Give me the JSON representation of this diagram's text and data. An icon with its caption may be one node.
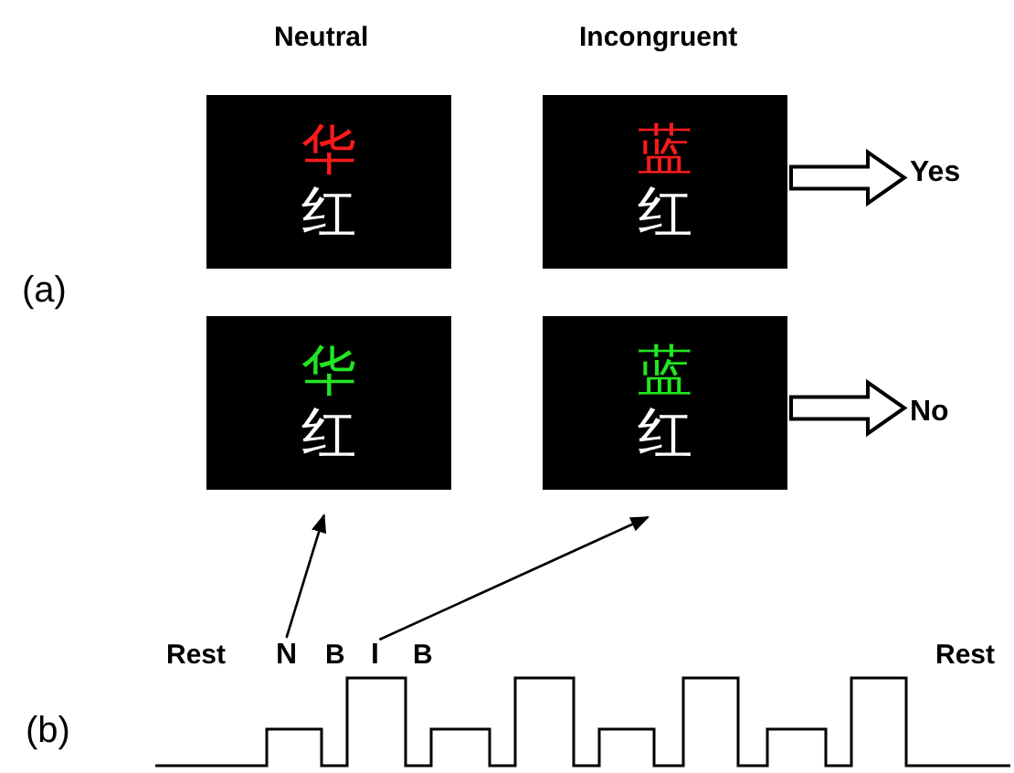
{
  "diagram": {
    "nodes": [
      {
        "text": [
          "华",
          "红"
        ]
      },
      {
        "text": [
          "蓝",
          "红"
        ]
      },
      {
        "text": [
          "华",
          "红"
        ]
      },
      {
        "text": [
          "蓝",
          "红"
        ]
      },
      {
        "text": [
          "Yes"
        ]
      },
      {
        "text": [
          "No"
        ]
      },
      {
        "text": [
          "N"
        ]
      },
      {
        "text": [
          "I"
        ]
      }
    ],
    "edges": [
      {
        "from": 1,
        "to": 4,
        "arrow": "to",
        "style": "thick"
      },
      {
        "from": 3,
        "to": 5,
        "arrow": "to",
        "style": "thick"
      },
      {
        "from": 6,
        "to": 2,
        "arrow": "to"
      },
      {
        "from": 7,
        "to": 3,
        "arrow": "to"
      }
    ],
    "labels": [
      "Neutral",
      "Incongruent",
      "(a)",
      "Rest",
      "B",
      "B",
      "Rest",
      "(b)"
    ]
  }
}
